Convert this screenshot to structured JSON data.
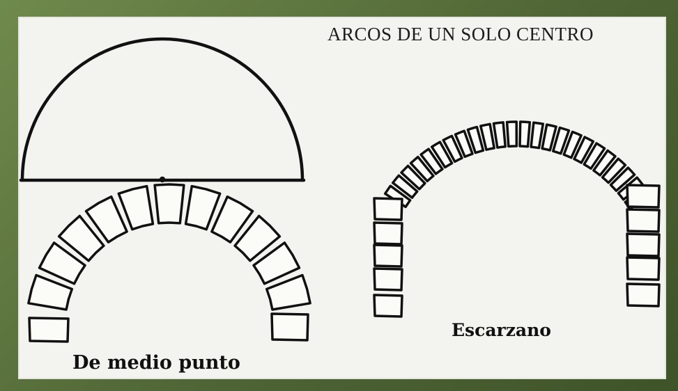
{
  "title": "ARCOS DE UN SOLO CENTRO",
  "labels": {
    "medio_punto": "De medio punto",
    "escarzano": "Escarzano"
  },
  "colors": {
    "frame": "#5d7340",
    "panel": "#f3f3f0",
    "stroke": "#111111"
  }
}
